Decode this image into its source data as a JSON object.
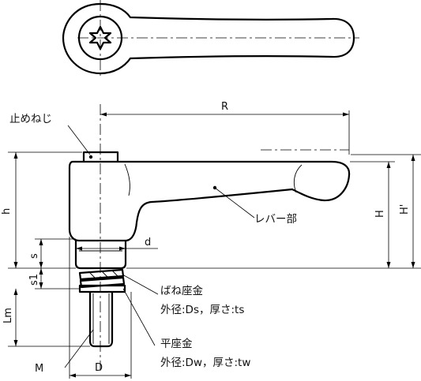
{
  "labels": {
    "set_screw": "止めねじ",
    "lever_part": "レバー部",
    "spring_washer": "ばね座金",
    "spring_washer_spec": "外径:Ds，厚さ:ts",
    "flat_washer": "平座金",
    "flat_washer_spec": "外径:Dw，厚さ:tw"
  },
  "dimensions": {
    "R": "R",
    "h": "h",
    "H": "H",
    "H_prime": "H'",
    "d": "d",
    "s": "s",
    "s1": "s1",
    "Lm": "Lm",
    "M": "M",
    "D": "D"
  }
}
